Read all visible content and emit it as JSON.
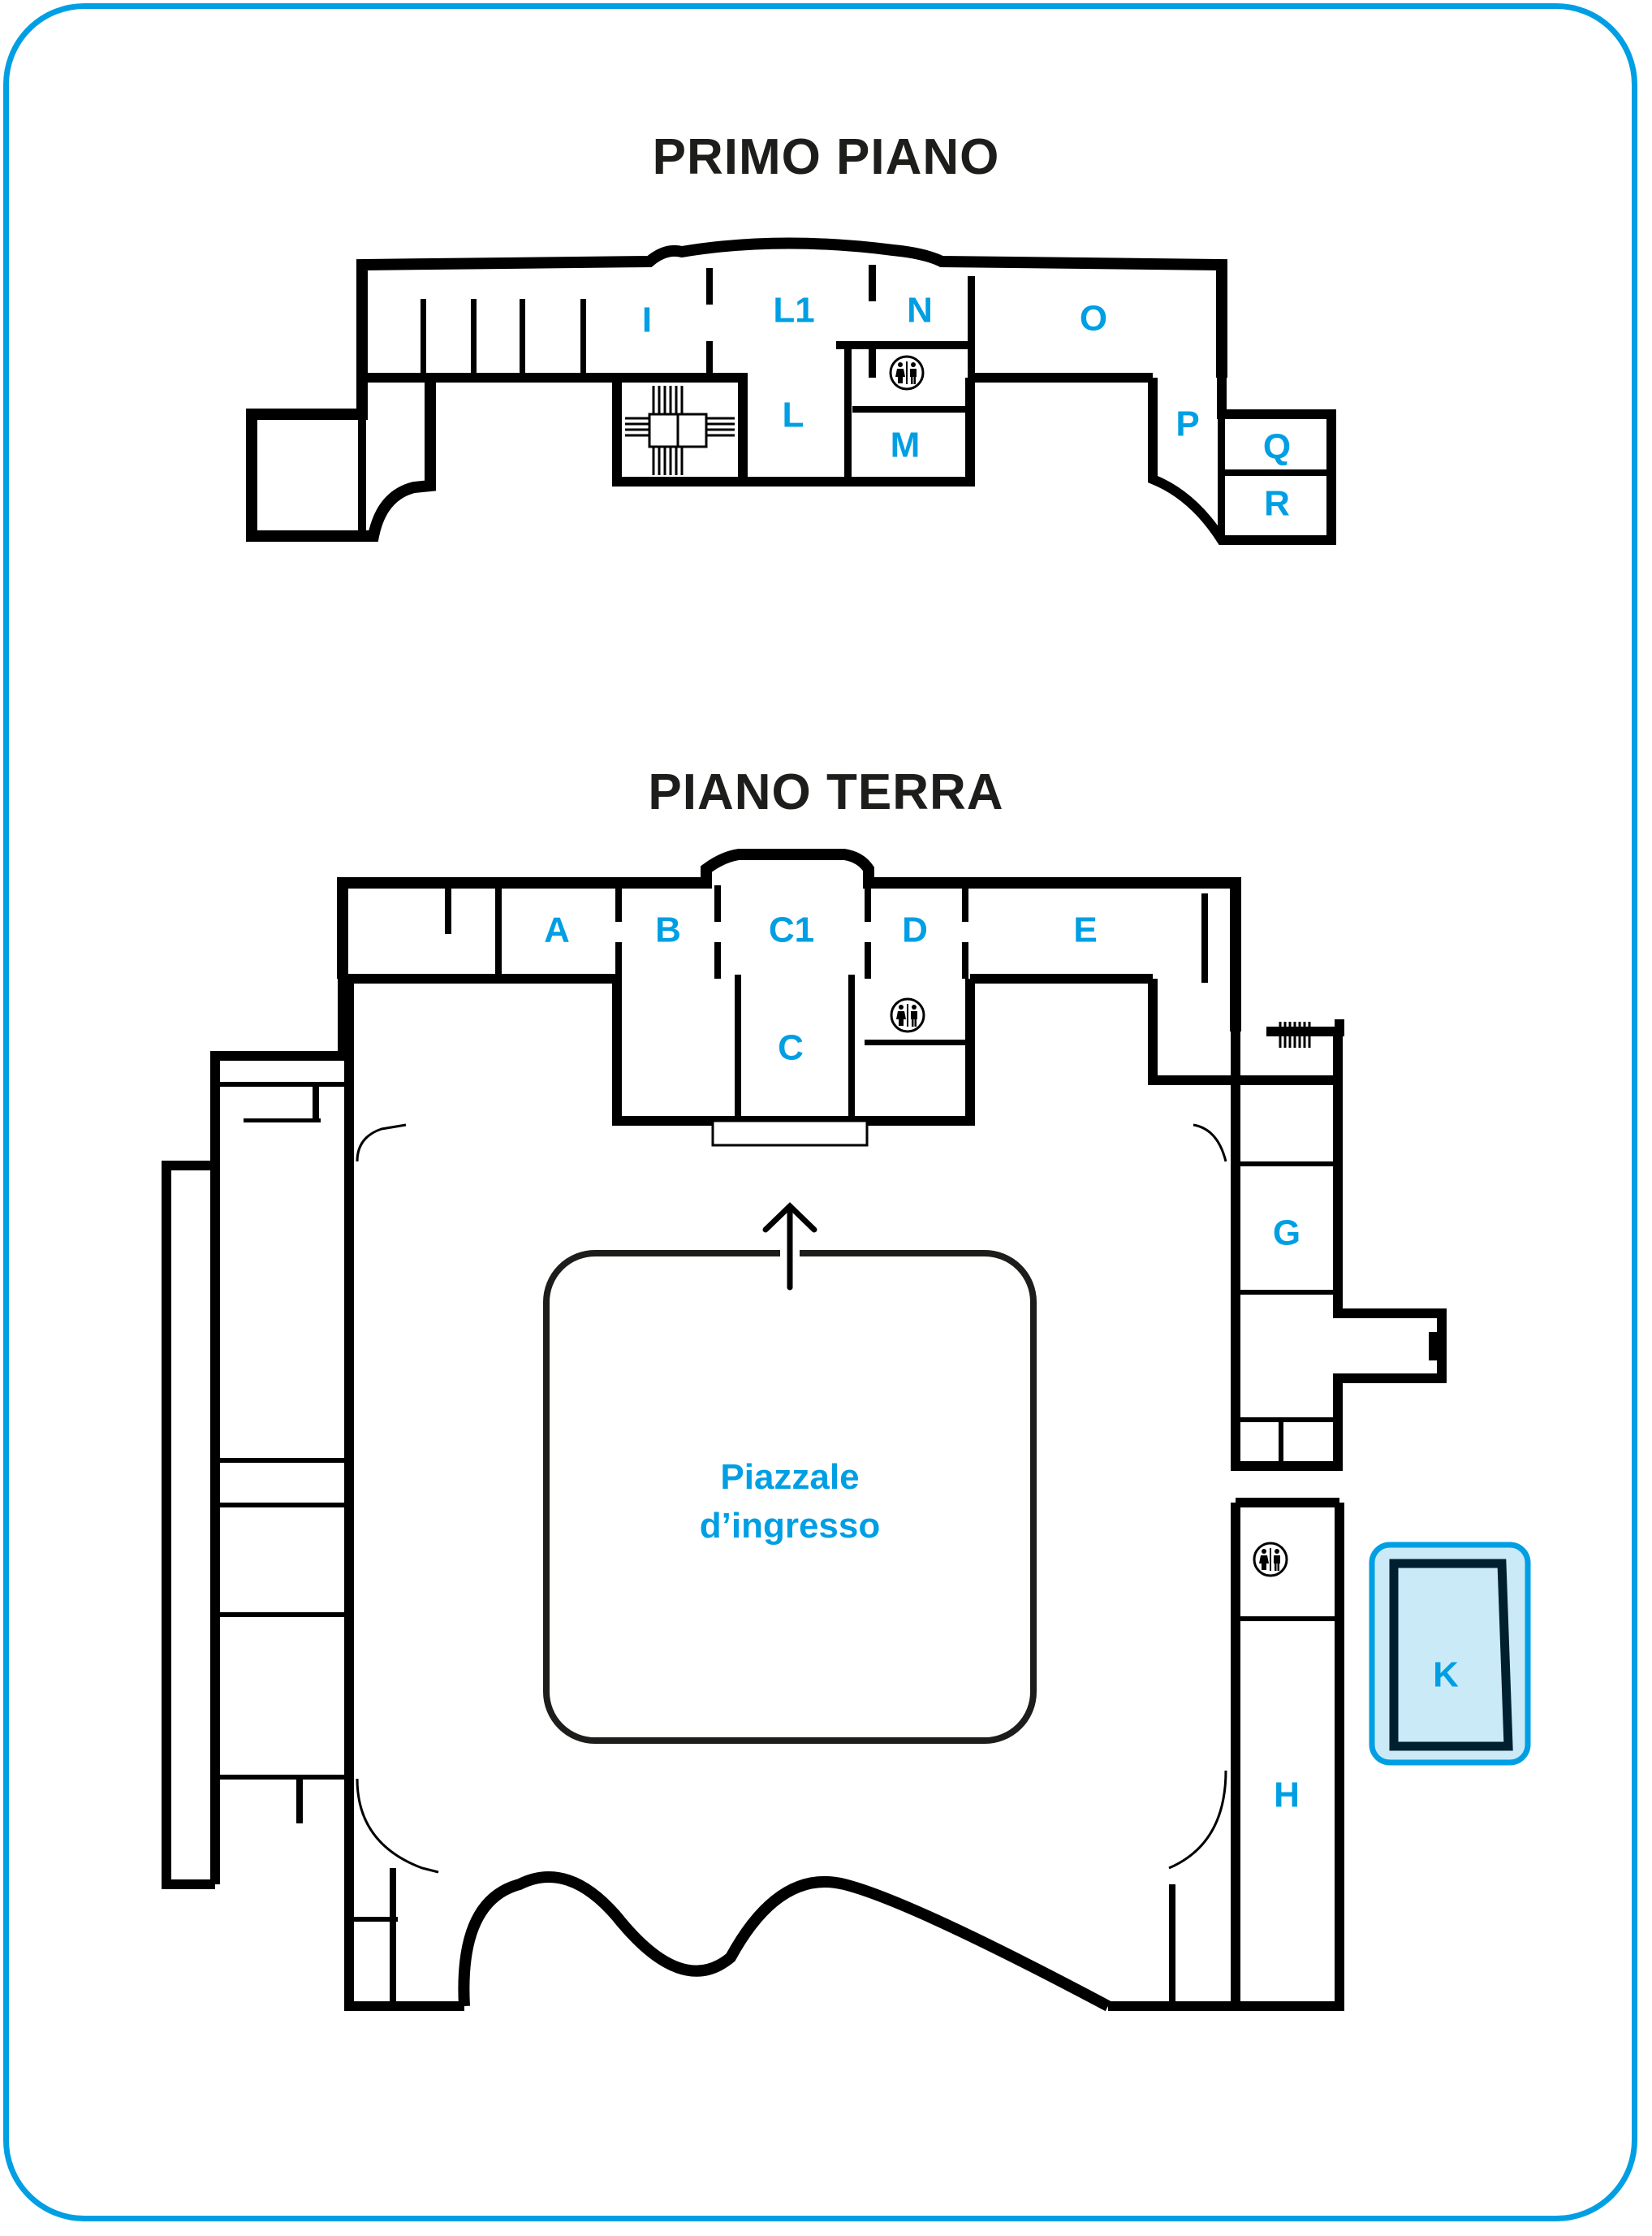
{
  "colors": {
    "accent": "#009fe3",
    "highlight_fill": "#cbeaf7",
    "wall": "#000000",
    "title_text": "#1d1d1b"
  },
  "floors": {
    "first": {
      "title": "PRIMO PIANO",
      "rooms": {
        "I": "I",
        "L1": "L1",
        "N": "N",
        "O": "O",
        "L": "L",
        "M": "M",
        "P": "P",
        "Q": "Q",
        "R": "R"
      },
      "icons": [
        "restroom-icon",
        "staircase-icon"
      ]
    },
    "ground": {
      "title": "PIANO TERRA",
      "rooms": {
        "A": "A",
        "B": "B",
        "C1": "C1",
        "D": "D",
        "E": "E",
        "C": "C",
        "G": "G",
        "H": "H",
        "K": "K"
      },
      "courtyard": {
        "line1": "Piazzale",
        "line2": "d’ingresso"
      },
      "highlighted_room": "K",
      "icons": [
        "restroom-icon",
        "restroom-icon",
        "entrance-arrow-icon",
        "staircase-icon"
      ]
    }
  }
}
